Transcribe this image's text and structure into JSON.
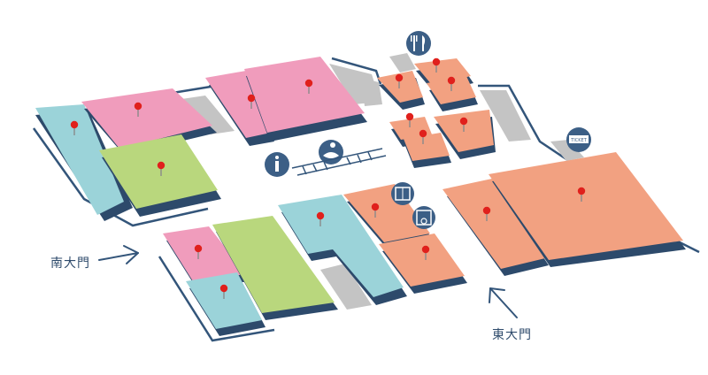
{
  "colors": {
    "pink": "#f09cbc",
    "green": "#b9d77d",
    "teal": "#9bd3d9",
    "salmon": "#f2a181",
    "gray": "#c4c4c4",
    "floor": "#ffffff",
    "outline": "#33557a",
    "base": "#2d4a6b",
    "pin": "#e0201c",
    "icon_bg": "#3c5f86"
  },
  "gates": {
    "south": "南大門",
    "east": "東大門"
  },
  "services": {
    "restaurant": "restaurant-icon",
    "info": "information-icon",
    "nursing": "baby-care-icon",
    "elevator": "elevator-icon",
    "restroom": "accessible-restroom-icon",
    "ticket": "ticket-icon",
    "ticket_text": "TICKET"
  }
}
